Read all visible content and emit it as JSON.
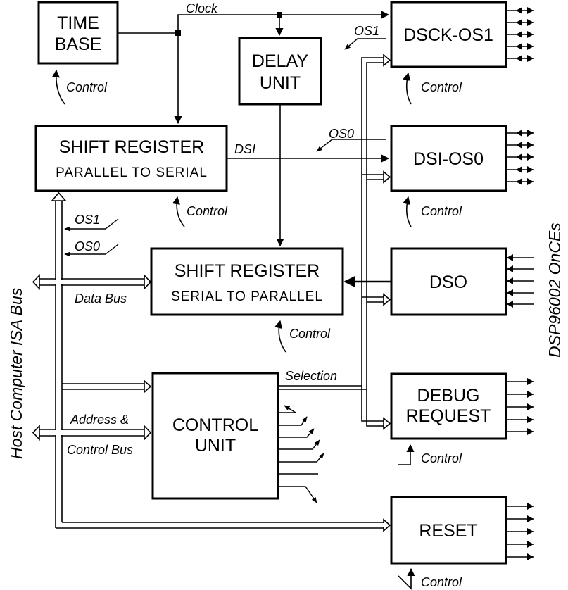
{
  "blocks": {
    "time_base": [
      "TIME",
      "BASE"
    ],
    "delay_unit": [
      "DELAY",
      "UNIT"
    ],
    "dsck_os1": "DSCK-OS1",
    "shift_reg_ps": {
      "title": "SHIFT REGISTER",
      "subtitle": "PARALLEL TO SERIAL"
    },
    "dsi_os0": "DSI-OS0",
    "shift_reg_sp": {
      "title": "SHIFT REGISTER",
      "subtitle": "SERIAL TO PARALLEL"
    },
    "dso": "DSO",
    "control_unit": [
      "CONTROL",
      "UNIT"
    ],
    "debug_request": [
      "DEBUG",
      "REQUEST"
    ],
    "reset": "RESET"
  },
  "signals": {
    "clock": "Clock",
    "control": "Control",
    "os1": "OS1",
    "os0": "OS0",
    "dsi": "DSI",
    "data_bus": "Data Bus",
    "selection": "Selection",
    "address_bus": [
      "Address &",
      "Control Bus"
    ]
  },
  "side_labels": {
    "host": "Host Computer ISA Bus",
    "target": "DSP96002 OnCEs"
  }
}
